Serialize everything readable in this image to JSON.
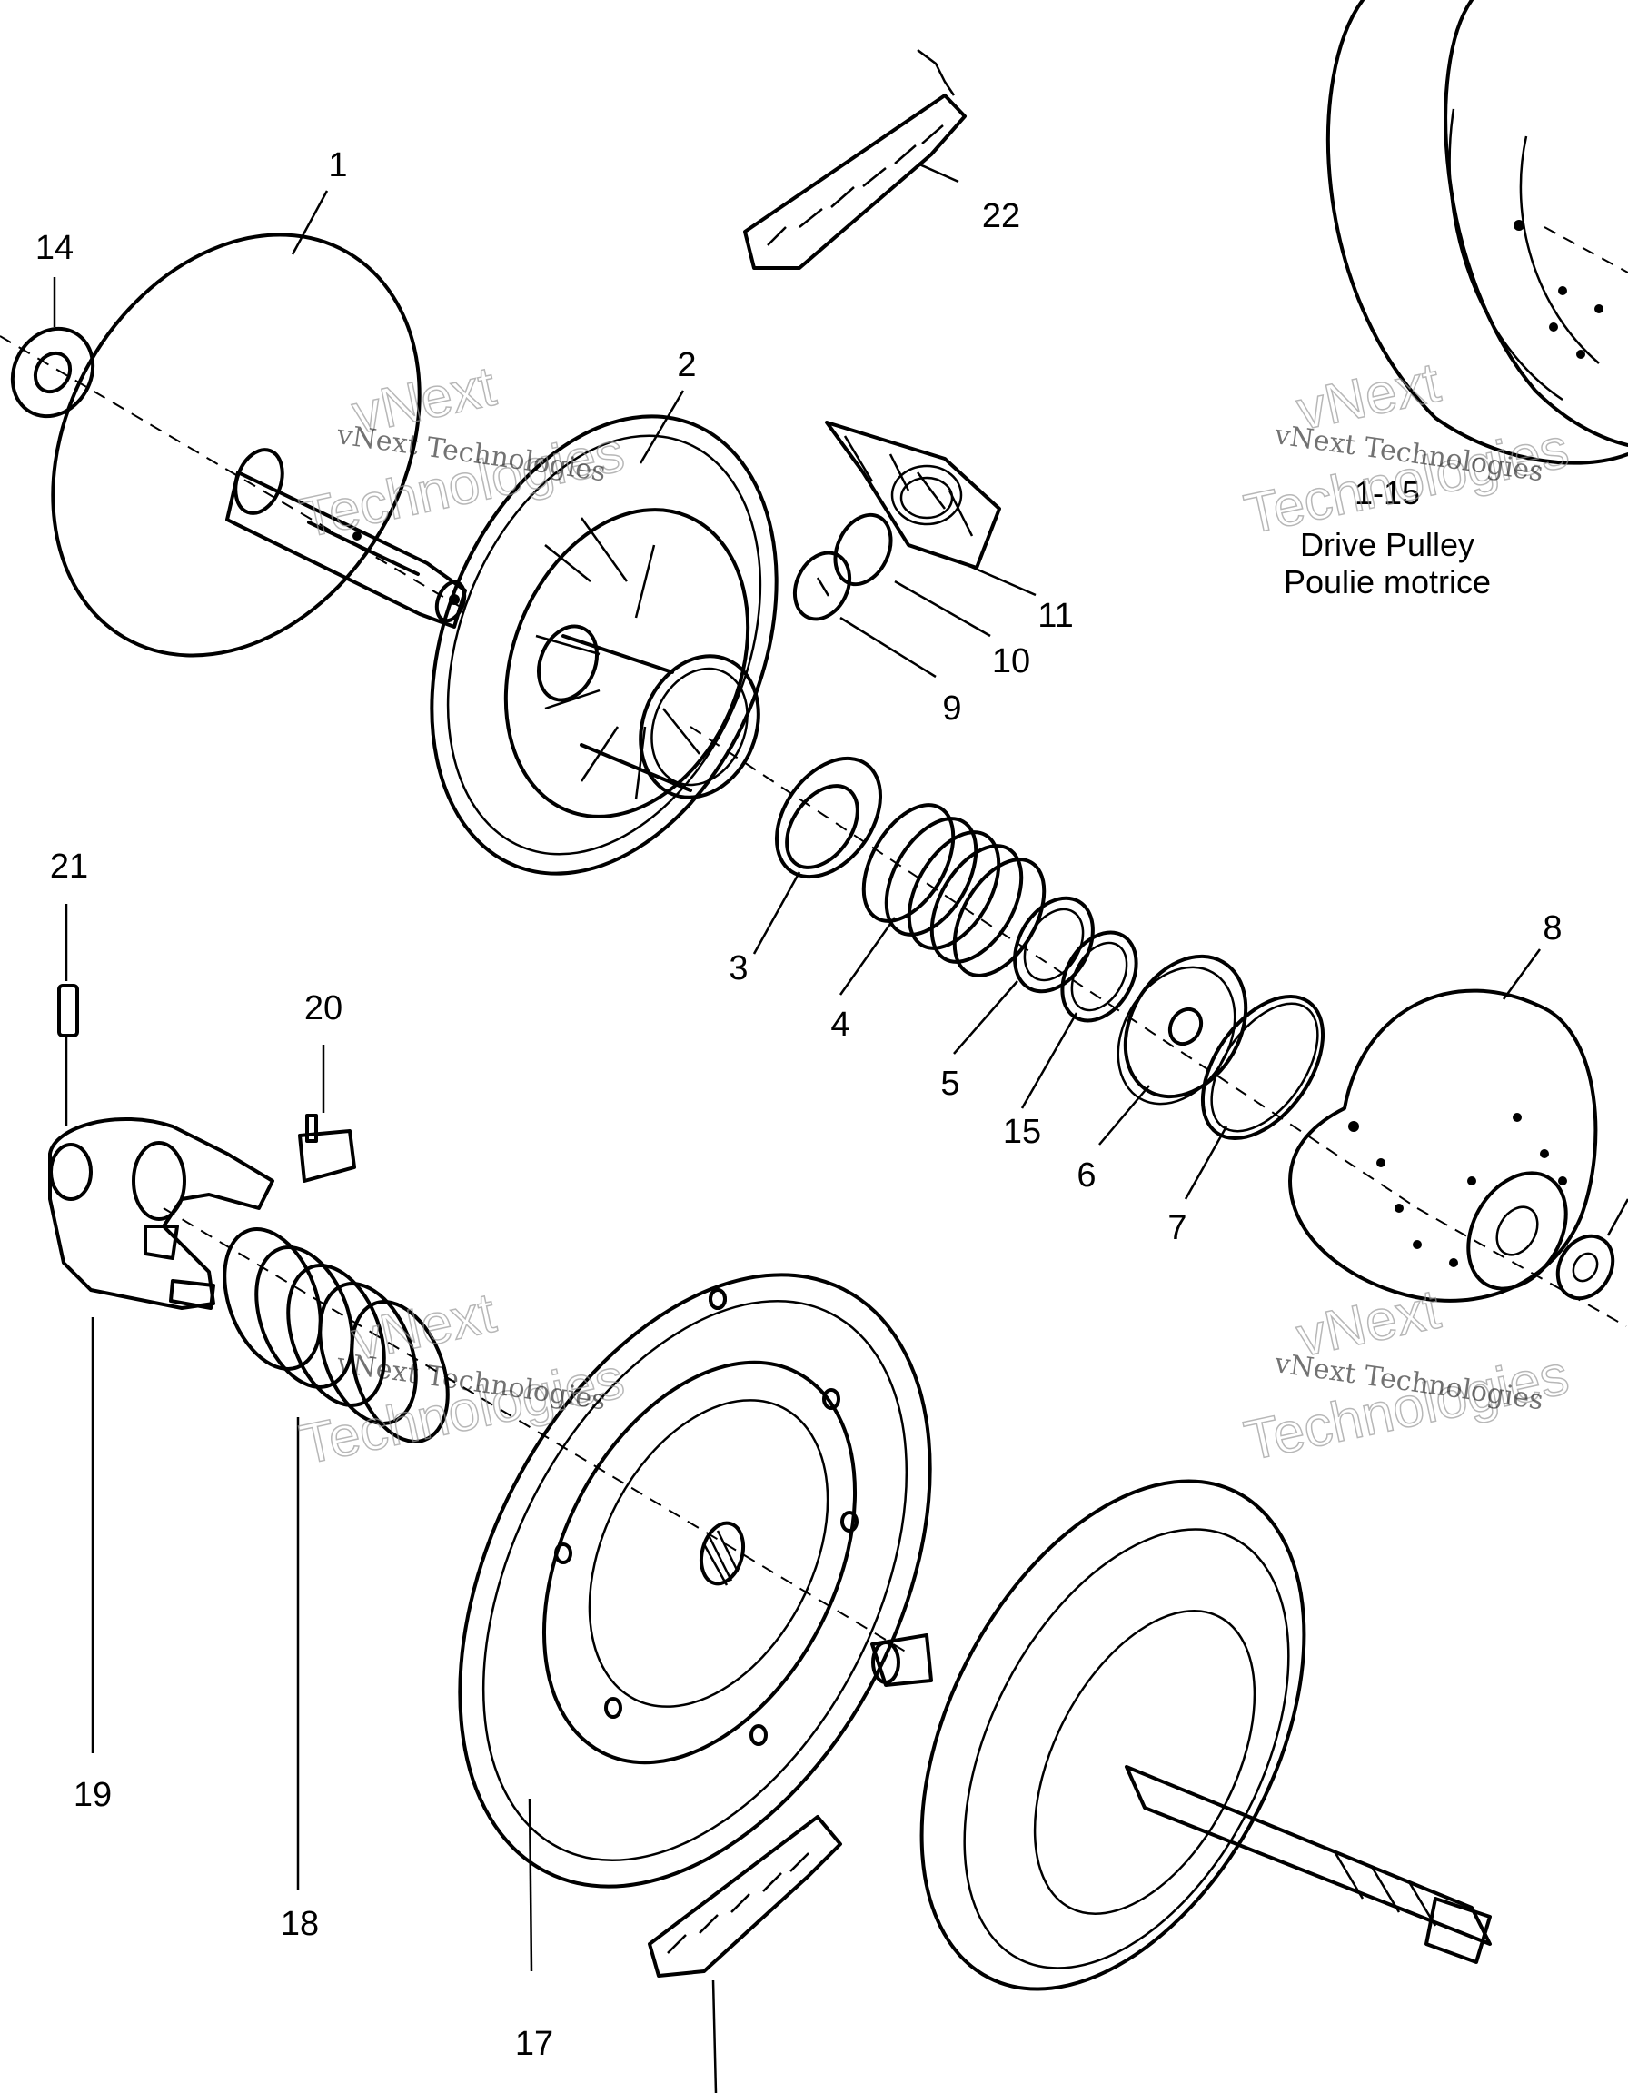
{
  "title": {
    "range": "1-15",
    "en": "Drive Pulley",
    "fr": "Poulie motrice"
  },
  "callouts": [
    "1",
    "2",
    "3",
    "4",
    "5",
    "6",
    "7",
    "8",
    "9",
    "10",
    "11",
    "14",
    "15",
    "17",
    "18",
    "19",
    "20",
    "21",
    "22"
  ],
  "watermark": {
    "line1": "vNext Technologies",
    "big1": "vNext",
    "big2": "Technologies"
  }
}
